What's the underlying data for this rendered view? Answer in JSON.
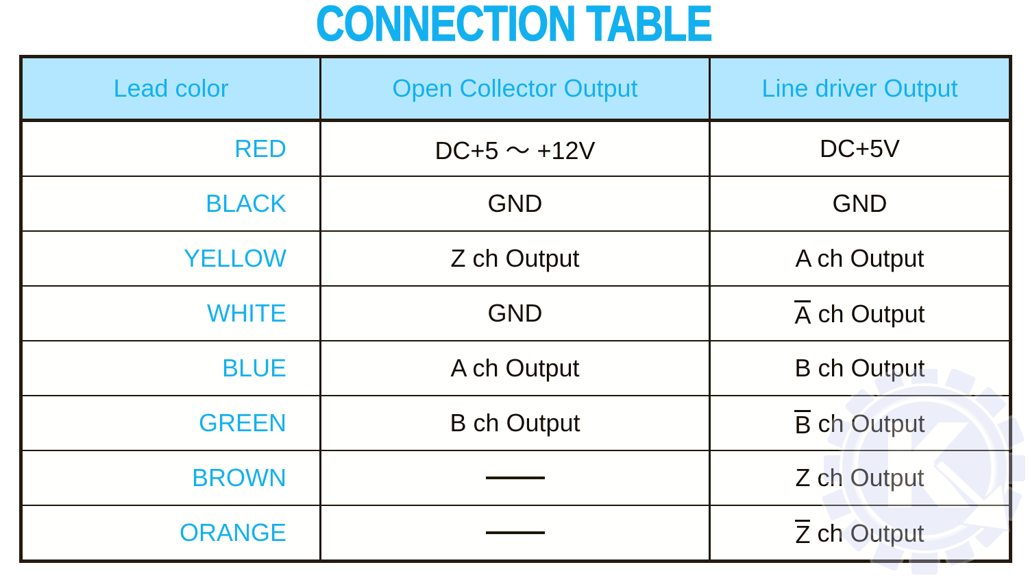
{
  "page": {
    "title": "CONNECTION TABLE",
    "title_color": "#13b0f0",
    "header_bg": "#b3e7ff",
    "border_color": "#241a10",
    "body_text_color": "#140d04",
    "accent_color": "#13b0f0",
    "background": "#ffffff"
  },
  "watermark": {
    "name": "gear-logo-watermark",
    "color": "#c3cdf0"
  },
  "table": {
    "name": "connection-table",
    "columns": [
      {
        "key": "lead",
        "label": "Lead color"
      },
      {
        "key": "open",
        "label": "Open Collector Output"
      },
      {
        "key": "line",
        "label": "Line driver Output"
      }
    ],
    "rows": [
      {
        "lead": "RED",
        "open": "DC+5 ～ +12V",
        "open_kind": "text",
        "line": "DC+5V",
        "line_kind": "text",
        "line_overline": ""
      },
      {
        "lead": "BLACK",
        "open": "GND",
        "open_kind": "text",
        "line": "GND",
        "line_kind": "text",
        "line_overline": ""
      },
      {
        "lead": "YELLOW",
        "open": "Z ch Output",
        "open_kind": "text",
        "line": "A ch Output",
        "line_kind": "text",
        "line_overline": ""
      },
      {
        "lead": "WHITE",
        "open": "GND",
        "open_kind": "text",
        "line": " ch Output",
        "line_kind": "overline",
        "line_overline": "A"
      },
      {
        "lead": "BLUE",
        "open": "A ch Output",
        "open_kind": "text",
        "line": "B ch Output",
        "line_kind": "text",
        "line_overline": ""
      },
      {
        "lead": "GREEN",
        "open": "B ch Output",
        "open_kind": "text",
        "line": " ch Output",
        "line_kind": "overline",
        "line_overline": "B"
      },
      {
        "lead": "BROWN",
        "open": "———",
        "open_kind": "dash",
        "line": "Z ch Output",
        "line_kind": "text",
        "line_overline": ""
      },
      {
        "lead": "ORANGE",
        "open": "———",
        "open_kind": "dash",
        "line": " ch Output",
        "line_kind": "overline",
        "line_overline": "Z"
      }
    ]
  }
}
